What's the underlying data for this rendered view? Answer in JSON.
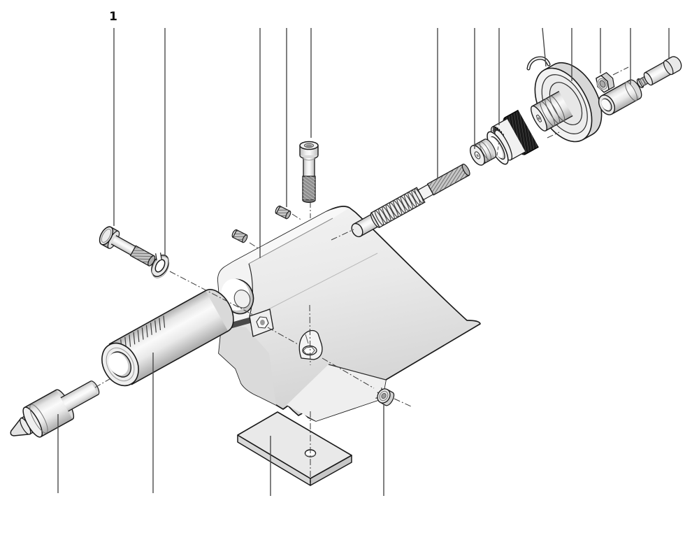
{
  "figure": {
    "type": "exploded-parts-diagram",
    "subject": "lathe tailstock assembly",
    "colors": {
      "background": "#ffffff",
      "line": "#1a1a1a",
      "leader": "#4a4a4a",
      "knurl_ring": "#191919",
      "metal_light": "#f2f2f2",
      "metal_mid": "#e9e9e9",
      "metal_dark": "#c9c9c9"
    }
  },
  "callouts": [
    {
      "label": "1"
    }
  ],
  "parts": [
    {
      "name": "clamp-bolt"
    },
    {
      "name": "spring-washer"
    },
    {
      "name": "tailstock-body-casting"
    },
    {
      "name": "grub-screw-a"
    },
    {
      "name": "grub-screw-b"
    },
    {
      "name": "socket-cap-screw"
    },
    {
      "name": "leadscrew"
    },
    {
      "name": "thrust-washer"
    },
    {
      "name": "graduated-dial"
    },
    {
      "name": "handwheel"
    },
    {
      "name": "retaining-clip"
    },
    {
      "name": "hex-nut"
    },
    {
      "name": "handle-sleeve"
    },
    {
      "name": "handle-screw"
    },
    {
      "name": "quill-barrel"
    },
    {
      "name": "dead-center"
    },
    {
      "name": "clamp-plate"
    },
    {
      "name": "clamp-nut"
    }
  ]
}
